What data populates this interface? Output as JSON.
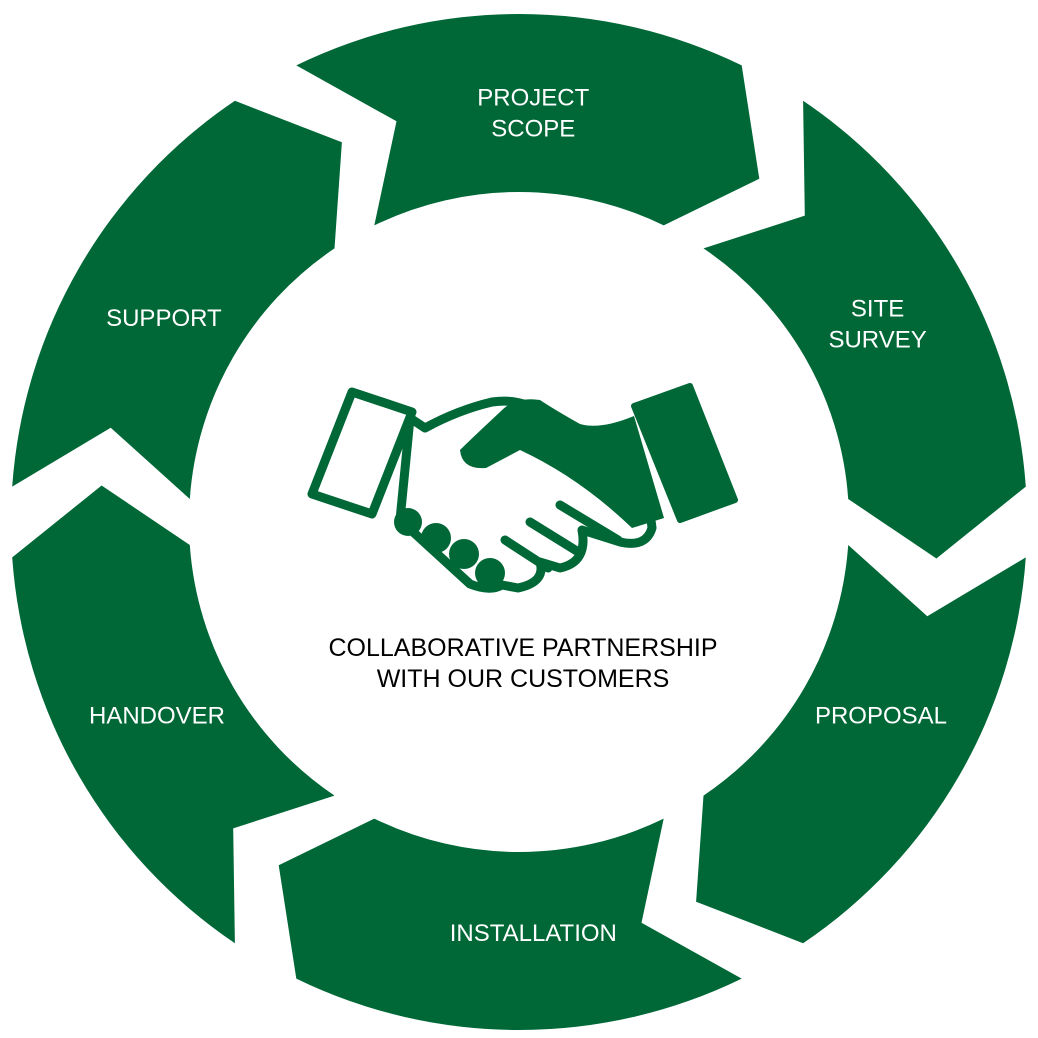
{
  "colors": {
    "segment": "#006837",
    "segment_text": "#ffffff",
    "background": "#ffffff",
    "center_text": "#000000"
  },
  "cycle": {
    "steps": [
      {
        "lines": [
          "PROJECT",
          "SCOPE"
        ]
      },
      {
        "lines": [
          "SITE",
          "SURVEY"
        ]
      },
      {
        "lines": [
          "PROPOSAL"
        ]
      },
      {
        "lines": [
          "INSTALLATION"
        ]
      },
      {
        "lines": [
          "HANDOVER"
        ]
      },
      {
        "lines": [
          "SUPPORT"
        ]
      }
    ]
  },
  "center": {
    "icon": "handshake-icon",
    "lines": [
      "COLLABORATIVE PARTNERSHIP",
      "WITH OUR CUSTOMERS"
    ]
  }
}
